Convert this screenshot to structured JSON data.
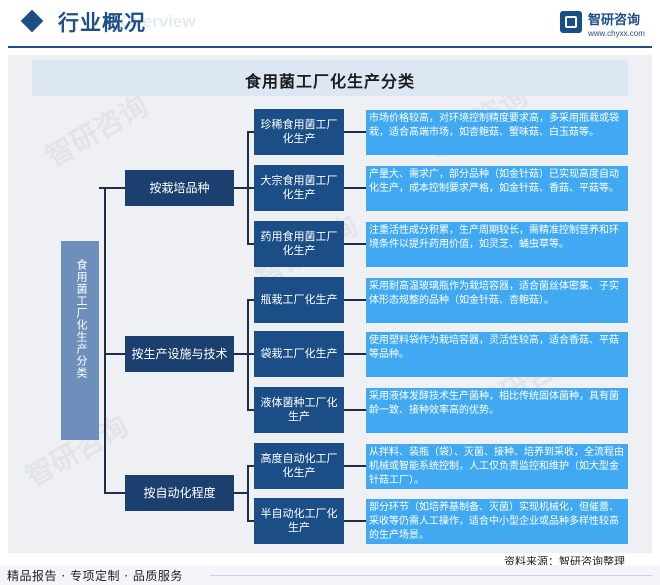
{
  "header": {
    "title": "行业概况",
    "ghost_text": "Overview",
    "logo_name": "智研咨询",
    "logo_url": "www.chyxx.com"
  },
  "diagram": {
    "title": "食用菌工厂化生产分类",
    "root": "食用菌工厂化生产分类",
    "categories": [
      {
        "label": "按栽培品种",
        "items": [
          {
            "label": "珍稀食用菌工厂化生产",
            "desc": "市场价格较高，对环境控制精度要求高，多采用瓶栽或袋栽，适合高端市场，如杏鲍菇、蟹味菇、白玉菇等。"
          },
          {
            "label": "大宗食用菌工厂化生产",
            "desc": "产量大、需求广，部分品种（如金针菇）已实现高度自动化生产，成本控制要求严格，如金针菇、香菇、平菇等。"
          },
          {
            "label": "药用食用菌工厂化生产",
            "desc": "注重活性成分积累，生产周期较长，需精准控制营养和环境条件以提升药用价值，如灵芝、蛹虫草等。"
          }
        ]
      },
      {
        "label": "按生产设施与技术",
        "items": [
          {
            "label": "瓶栽工厂化生产",
            "desc": "采用耐高温玻璃瓶作为栽培容器，适合菌丝体密集、子实体形态规整的品种（如金针菇、杏鲍菇）。"
          },
          {
            "label": "袋栽工厂化生产",
            "desc": "使用塑料袋作为栽培容器，灵活性较高，适合香菇、平菇等品种。"
          },
          {
            "label": "液体菌种工厂化生产",
            "desc": "采用液体发酵技术生产菌种，相比传统固体菌种，具有菌龄一致、接种效率高的优势。"
          }
        ]
      },
      {
        "label": "按自动化程度",
        "items": [
          {
            "label": "高度自动化工厂化生产",
            "desc": "从拌料、装瓶（袋）、灭菌、接种、培养到采收，全流程由机械或智能系统控制，人工仅负责监控和维护（如大型金针菇工厂）。"
          },
          {
            "label": "半自动化工厂化生产",
            "desc": "部分环节（如培养基制备、灭菌）实现机械化，但催蕾、采收等仍需人工操作，适合中小型企业或品种多样性较高的生产场景。"
          }
        ]
      }
    ]
  },
  "footer": {
    "source": "资料来源：智研咨询整理",
    "services": "精品报告 · 专项定制 · 品质服务"
  },
  "watermark": "智研咨询",
  "colors": {
    "primary": "#1b4e86",
    "category": "#1b3f6e",
    "root": "#6e8fbb",
    "description": "#41a9f2",
    "title_bar": "#dde6f3"
  }
}
